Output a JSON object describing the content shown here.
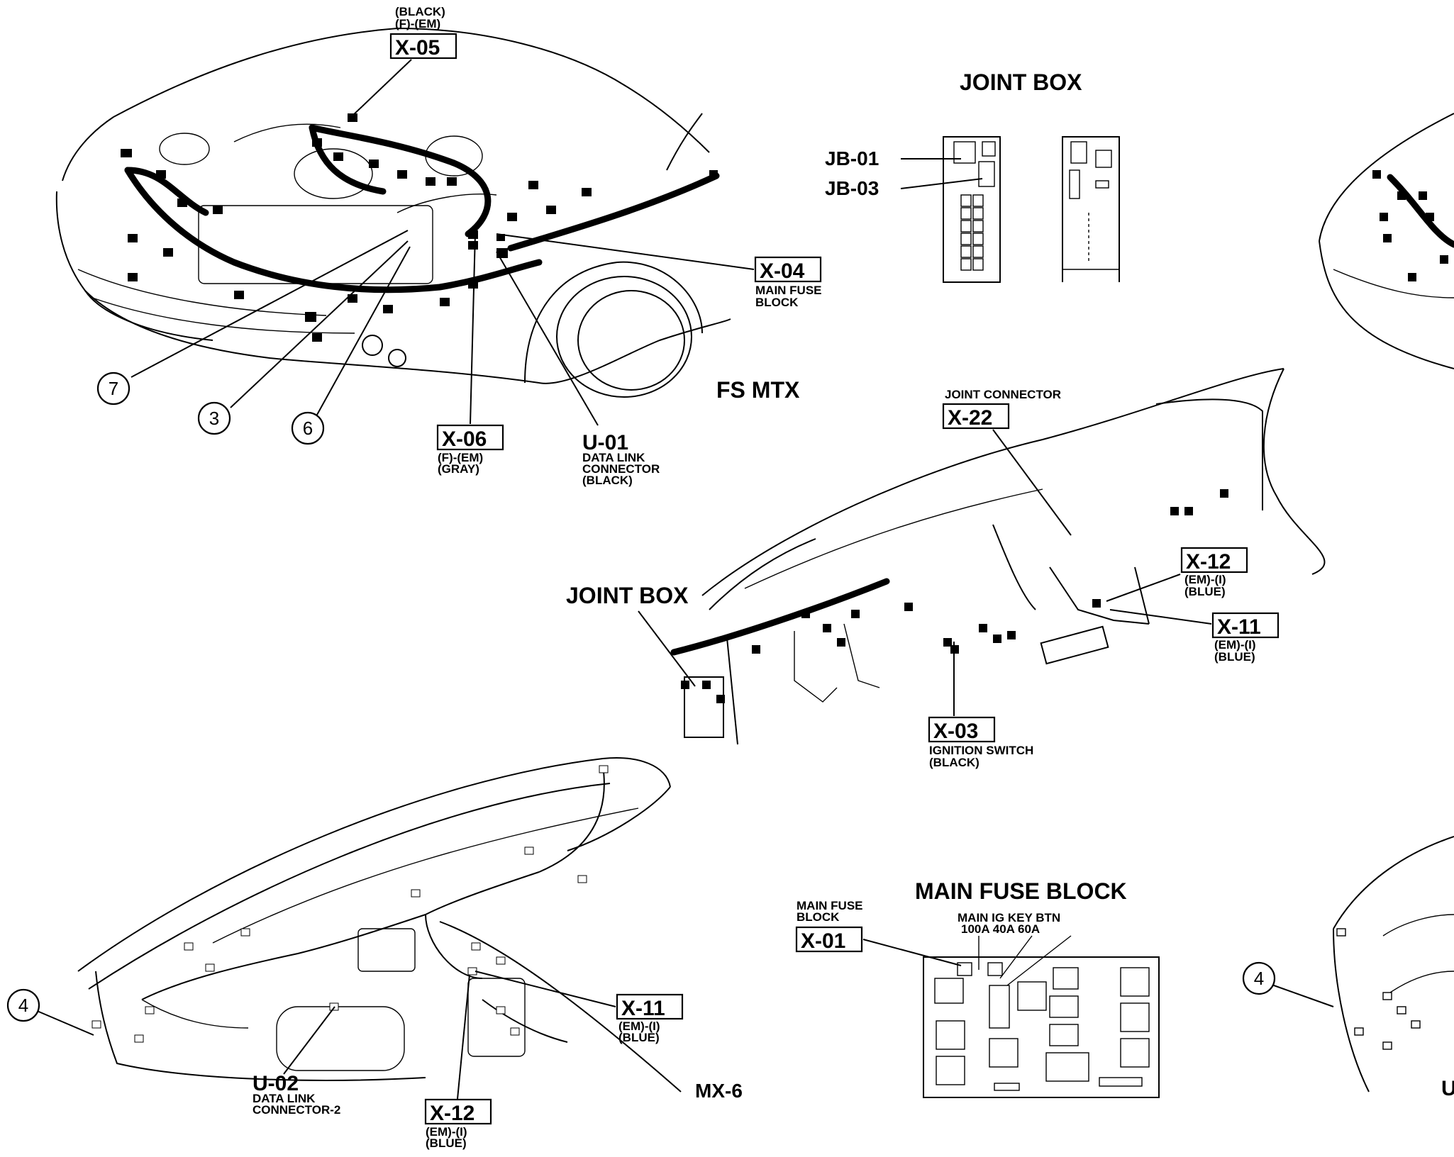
{
  "labels": {
    "x05": {
      "color": "(BLACK)",
      "conn": "(F)-(EM)",
      "code": "X-05"
    },
    "x04": {
      "code": "X-04",
      "desc1": "MAIN FUSE",
      "desc2": "BLOCK"
    },
    "x06": {
      "code": "X-06",
      "conn": "(F)-(EM)",
      "color": "(GRAY)"
    },
    "u01": {
      "code": "U-01",
      "desc1": "DATA LINK",
      "desc2": "CONNECTOR",
      "color": "(BLACK)"
    },
    "callout_7": "7",
    "callout_3": "3",
    "callout_6": "6",
    "callout_4_left": "4",
    "callout_4_right": "4",
    "fs_mtx": "FS  MTX",
    "joint_box_title": "JOINT  BOX",
    "jb01": "JB-01",
    "jb03": "JB-03",
    "joint_connector": {
      "desc": "JOINT CONNECTOR",
      "code": "X-22"
    },
    "joint_box_dash": "JOINT BOX",
    "x12_top": {
      "code": "X-12",
      "conn": "(EM)-(I)",
      "color": "(BLUE)"
    },
    "x11_top": {
      "code": "X-11",
      "conn": "(EM)-(I)",
      "color": "(BLUE)"
    },
    "x03": {
      "code": "X-03",
      "desc": "IGNITION SWITCH",
      "color": "(BLACK)"
    },
    "x11_bottom": {
      "code": "X-11",
      "conn": "(EM)-(I)",
      "color": "(BLUE)"
    },
    "u02": {
      "code": "U-02",
      "desc1": "DATA LINK",
      "desc2": "CONNECTOR-2"
    },
    "x12_bottom": {
      "code": "X-12",
      "conn": "(EM)-(I)",
      "color": "(BLUE)"
    },
    "mx6": "MX-6",
    "main_fuse_block_title": "MAIN FUSE BLOCK",
    "x01": {
      "desc1": "MAIN FUSE",
      "desc2": "BLOCK",
      "code": "X-01"
    },
    "fuse_ratings": {
      "names": "MAIN  IG KEY  BTN",
      "values": "100A     40A    60A"
    },
    "partial_right_letter": "U"
  }
}
